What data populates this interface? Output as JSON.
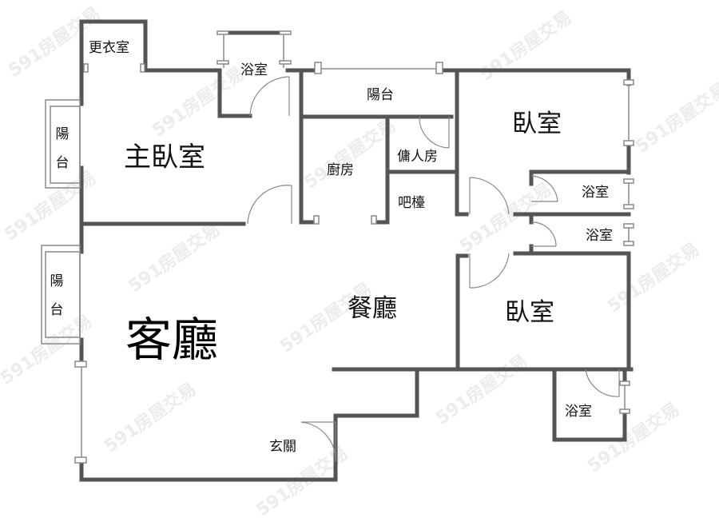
{
  "floorplan": {
    "rooms": [
      {
        "id": "walk-in-closet",
        "label": "更衣室"
      },
      {
        "id": "master-bathroom",
        "label": "浴室"
      },
      {
        "id": "master-bedroom",
        "label": "主臥室"
      },
      {
        "id": "master-balcony",
        "label": "陽台"
      },
      {
        "id": "rear-balcony",
        "label": "陽台"
      },
      {
        "id": "kitchen",
        "label": "廚房"
      },
      {
        "id": "maid-room",
        "label": "傭人房"
      },
      {
        "id": "bar-counter",
        "label": "吧檯"
      },
      {
        "id": "bedroom-1",
        "label": "臥室"
      },
      {
        "id": "bathroom-1",
        "label": "浴室"
      },
      {
        "id": "bathroom-2",
        "label": "浴室"
      },
      {
        "id": "bedroom-2",
        "label": "臥室"
      },
      {
        "id": "bathroom-3",
        "label": "浴室"
      },
      {
        "id": "living-room-balcony",
        "label": "陽台"
      },
      {
        "id": "living-room",
        "label": "客廳"
      },
      {
        "id": "dining-room",
        "label": "餐廳"
      },
      {
        "id": "entrance",
        "label": "玄關"
      }
    ],
    "watermark": "591房屋交易",
    "colors": {
      "wall": "#555555",
      "window": "#888888",
      "door": "#999999",
      "text": "#111111",
      "watermark": "#ececec"
    }
  }
}
